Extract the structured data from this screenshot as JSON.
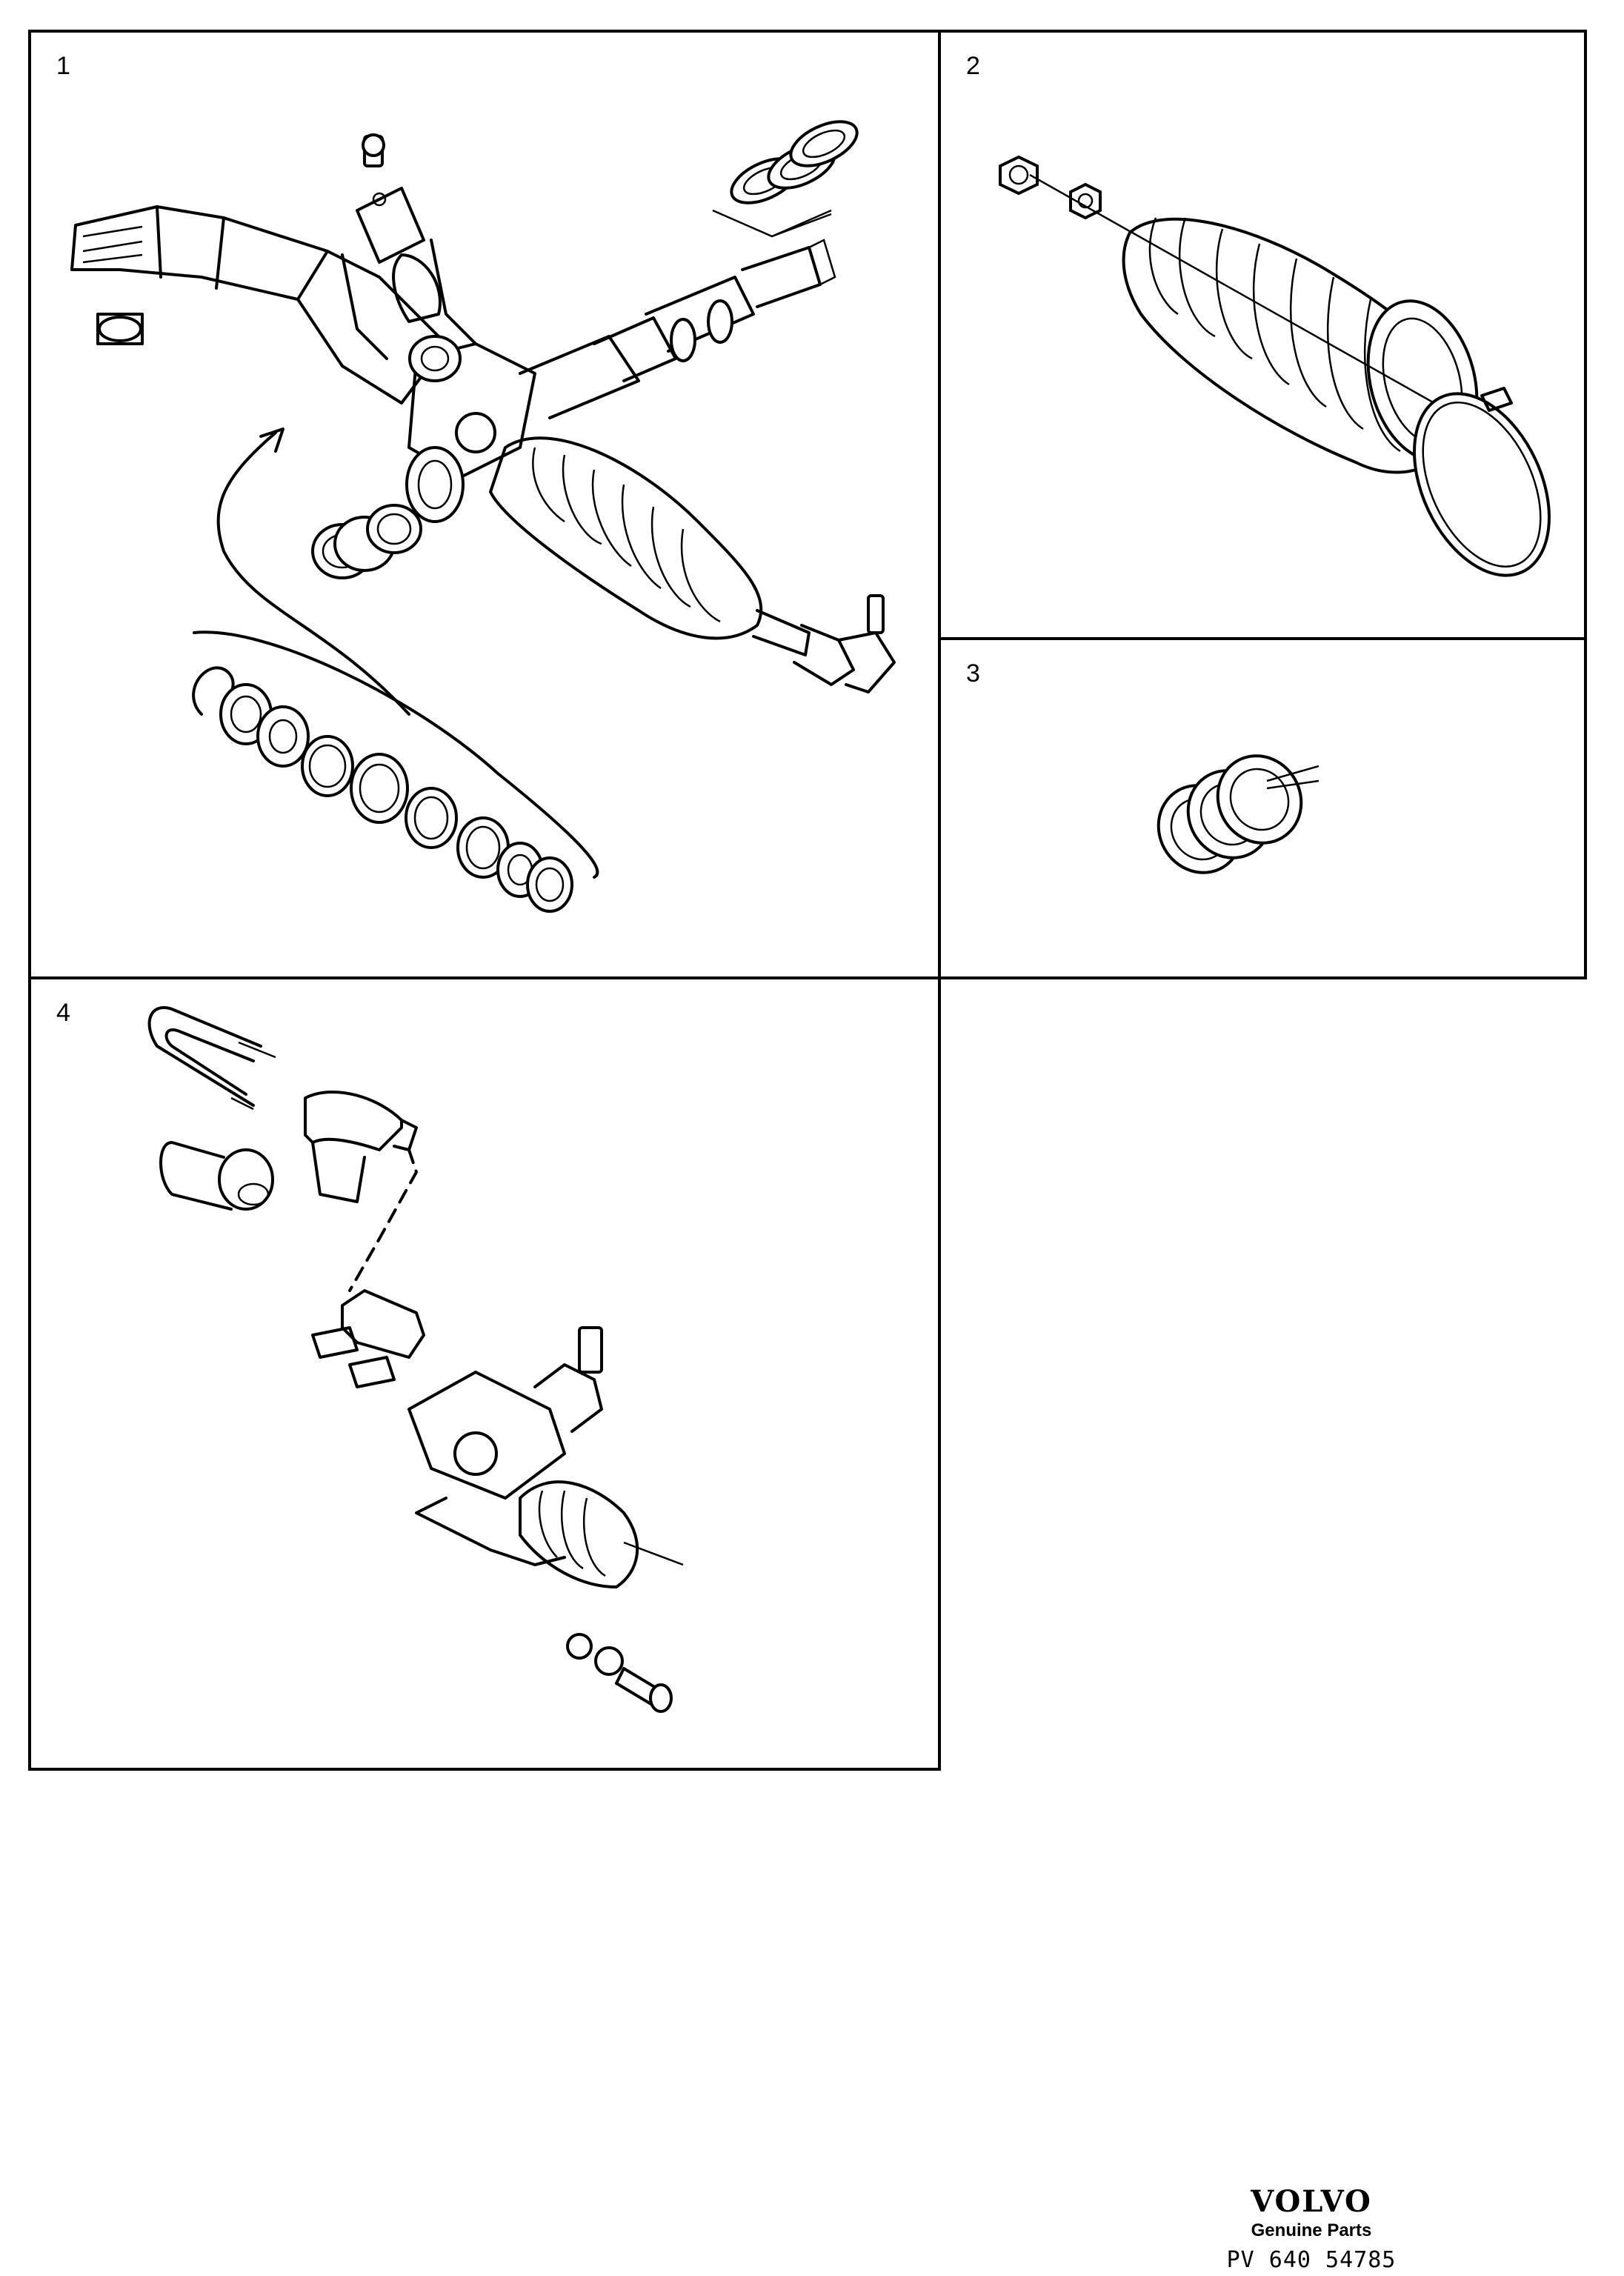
{
  "panels": [
    {
      "number": "1"
    },
    {
      "number": "2"
    },
    {
      "number": "3"
    },
    {
      "number": "4"
    }
  ],
  "footer": {
    "brand": "VOLVO",
    "tagline": "Genuine Parts",
    "code": "PV 640 54785"
  }
}
